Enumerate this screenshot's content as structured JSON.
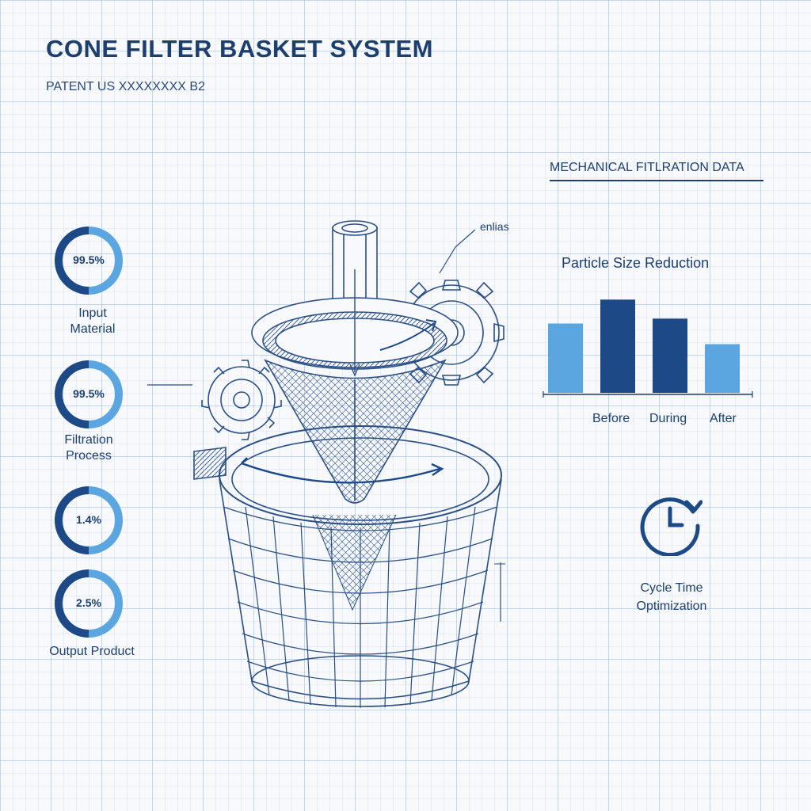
{
  "header": {
    "title": "CONE FILTER BASKET SYSTEM",
    "subtitle": "PATENT US XXXXXXXX B2"
  },
  "right_panel": {
    "heading": "MECHANICAL FITLRATION DATA",
    "cycle_label_line1": "Cycle Time",
    "cycle_label_line2": "Optimization",
    "cycle_icon": "clock-refresh-icon"
  },
  "gauges": [
    {
      "value_text": "99.5%",
      "fraction": 0.5,
      "label_line1": "Input",
      "label_line2": "Material"
    },
    {
      "value_text": "99.5%",
      "fraction": 0.5,
      "label_line1": "Filtration",
      "label_line2": "Process"
    },
    {
      "value_text": "1.4%",
      "fraction": 0.5,
      "label_line1": "",
      "label_line2": ""
    },
    {
      "value_text": "2.5%",
      "fraction": 0.5,
      "label_line1": "Output Product",
      "label_line2": ""
    }
  ],
  "diagram": {
    "callout_label": "enlias"
  },
  "colors": {
    "dark_blue": "#1d4a86",
    "light_blue": "#5ba6e0",
    "line": "#2a4f85"
  },
  "chart_data": {
    "type": "bar",
    "title": "Particle Size Reduction",
    "categories": [
      "",
      "Before",
      "During",
      "After"
    ],
    "values": [
      84,
      113,
      90,
      59
    ],
    "bar_colors": [
      "#5ba6e0",
      "#1d4a86",
      "#1d4a86",
      "#5ba6e0"
    ],
    "ylim": [
      0,
      120
    ],
    "grid": false
  }
}
